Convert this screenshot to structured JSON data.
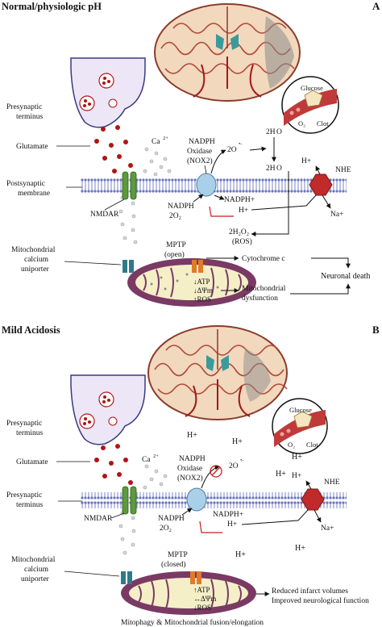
{
  "colors": {
    "membrane_blue": "#7b86c8",
    "vesicle_purple": "#ece6f6",
    "mito_purple": "#7a3a64",
    "mito_inner": "#f5efc8",
    "glutamate_red": "#b01515",
    "nmdar_green": "#5c9a3c",
    "nox_blue": "#a9d0e8",
    "nhe_red": "#c02a2a",
    "mptp_orange": "#e07b2a",
    "proton_red": "#d42020",
    "brain_tan": "#f2d8bd",
    "brain_outline": "#b04a3a",
    "ventricle_teal": "#3c9a9c"
  },
  "panel_a": {
    "title": "Normal/physiologic pH",
    "letter": "A",
    "labels": {
      "presynaptic": [
        "Presynaptic",
        "terminus"
      ],
      "glutamate": "Glutamate",
      "calcium": "Ca",
      "calcium_sup": "2+",
      "postsynaptic": [
        "Postsynaptic",
        "membrane"
      ],
      "nmdar": "NMDAR",
      "nadph_oxidase": [
        "NADPH",
        "Oxidase",
        "(NOX2)"
      ],
      "superoxide": "2O",
      "superoxide_sup": "2",
      "superoxide_rad": "•-",
      "water": "2H",
      "water_tail": "O",
      "h2o2": "2H",
      "h2o2_tail": "O",
      "h2o2_ros": [
        "2H₂O₂",
        "(ROS)"
      ],
      "hplus_top": "H+",
      "nhe": "NHE",
      "nadph_plus": "NADPH+",
      "hplus_mid": "H+",
      "nadph_2o2": [
        "NADPH",
        "2O₂"
      ],
      "na_plus": "Na+",
      "mito_uniporter": [
        "Mitochondrial",
        "calcium",
        "uniporter"
      ],
      "mptp": [
        "MPTP",
        "(open)"
      ],
      "cyto_c": "Cytochrome c",
      "mito_state": [
        "↓ATP",
        "↓ΔΨm",
        "↑ROS"
      ],
      "mito_dysfunction": [
        "Mitochondrial",
        "dysfunction"
      ],
      "neuronal_death": "Neuronal death",
      "glucose": "Glucose",
      "o2": "O₂",
      "clot": "Clot"
    }
  },
  "panel_b": {
    "title": "Mild Acidosis",
    "letter": "B",
    "labels": {
      "presynaptic": [
        "Presynaptic",
        "terminus"
      ],
      "glutamate": "Glutamate",
      "calcium": "Ca",
      "calcium_sup": "2+",
      "postsynaptic": [
        "Presynaptic",
        "terminus"
      ],
      "nmdar": "NMDAR",
      "nadph_oxidase": [
        "NADPH",
        "Oxidase",
        "(NOX2)"
      ],
      "superoxide": "2O",
      "superoxide_sup": "2",
      "superoxide_rad": "•-",
      "hplus_top": "H+",
      "nhe": "NHE",
      "nadph_plus": "NADPH+",
      "hplus_mid": "H+",
      "nadph_2o2": [
        "NADPH",
        "2O₂"
      ],
      "na_plus": "Na+",
      "mito_uniporter": [
        "Mitochondrial",
        "calcium",
        "uniporter"
      ],
      "mptp": [
        "MPTP",
        "(closed)"
      ],
      "mito_state": [
        "↑ATP",
        "↔ΔΨm",
        "↓ROS"
      ],
      "outcome": [
        "Reduced infarct volumes",
        "Improved neurological function"
      ],
      "mitophagy": "Mitophagy & Mitochondrial fusion/elongation",
      "protons": "H+",
      "glucose": "Glucose",
      "o2": "O₂",
      "clot": "Clot"
    }
  }
}
